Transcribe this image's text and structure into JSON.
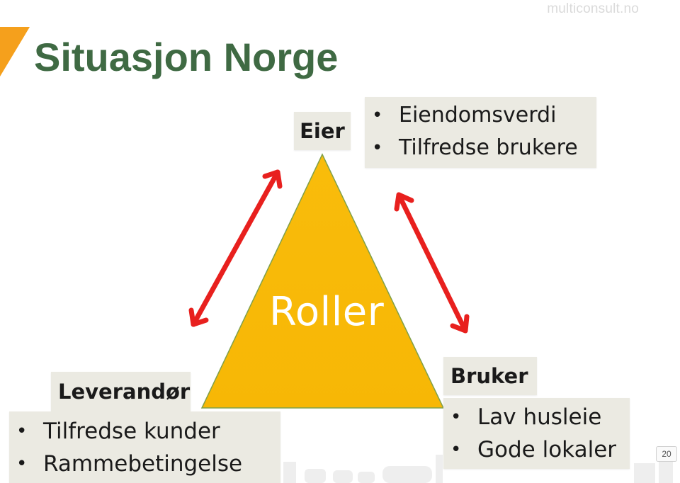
{
  "brand": "multiconsult.no",
  "title": "Situasjon Norge",
  "center_label": "Roller",
  "roles": {
    "eier": {
      "label": "Eier",
      "items": [
        "Eiendomsverdi",
        "Tilfredse brukere"
      ]
    },
    "leverandor": {
      "label": "Leverandør",
      "items": [
        "Tilfredse kunder",
        "Rammebetingelse"
      ]
    },
    "bruker": {
      "label": "Bruker",
      "items": [
        "Lav husleie",
        "Gode lokaler"
      ]
    }
  },
  "page_number": "20",
  "colors": {
    "title": "#3f6a43",
    "triangle": "#f9bc0b",
    "arrows": "#e8201e",
    "accent": "#f5a01c",
    "box_background": "#ebeae2"
  }
}
